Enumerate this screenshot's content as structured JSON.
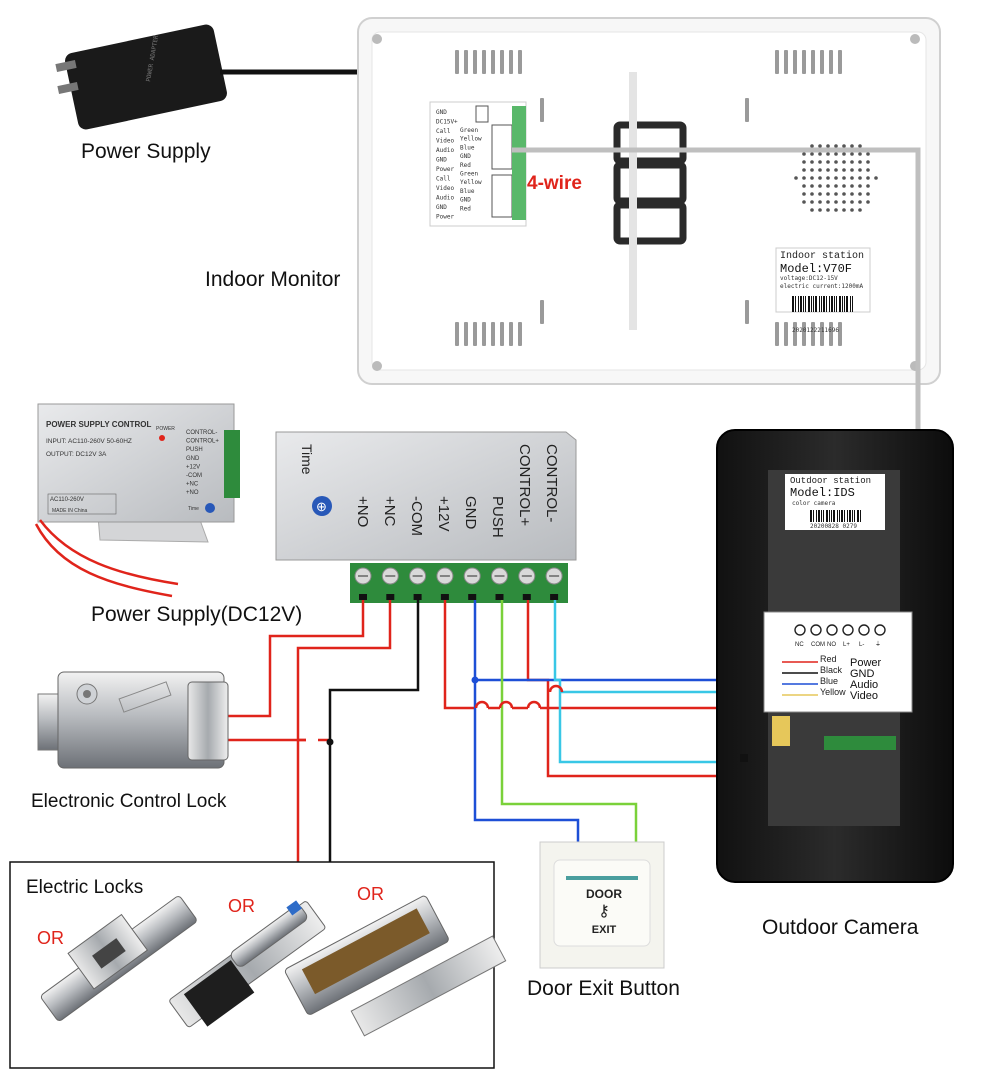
{
  "labels": {
    "power_supply": "Power Supply",
    "indoor_monitor": "Indoor Monitor",
    "power_supply_dc12v": "Power Supply(DC12V)",
    "electronic_control_lock": "Electronic Control Lock",
    "electric_locks": "Electric Locks",
    "door_exit_button": "Door Exit Button",
    "outdoor_camera": "Outdoor Camera",
    "four_wire": "4-wire",
    "or": "OR"
  },
  "indoor_station": {
    "title": "Indoor station",
    "model": "Model:V70F",
    "voltage": "voltage:DC12-15V",
    "current": "electric current:1200mA",
    "serial": "2020122211696",
    "pins": [
      "GND",
      "DC15V+",
      "Call",
      "Video",
      "Audio",
      "GND",
      "Power",
      "Call",
      "Video",
      "Audio",
      "GND",
      "Power"
    ],
    "wire_colors": [
      "Green",
      "Yellow",
      "Blue",
      "GND",
      "Red",
      "Green",
      "Yellow",
      "Blue",
      "GND",
      "Red"
    ]
  },
  "power_supply_control": {
    "title": "POWER SUPPLY CONTROL",
    "input": "INPUT: AC110-260V 50-60HZ",
    "output": "OUTPUT: DC12V  3A",
    "ac_label": "AC110-260V",
    "power": "POWER",
    "time": "Time",
    "made_in": "MADE IN China",
    "small_terminals": [
      "CONTROL-",
      "CONTROL+",
      "PUSH",
      "GND",
      "+12V",
      "-COM",
      "+NC",
      "+NO"
    ],
    "big_terminals": [
      "+NO",
      "+NC",
      "-COM",
      "+12V",
      "GND",
      "PUSH",
      "CONTROL+",
      "CONTROL-"
    ]
  },
  "outdoor_station": {
    "title": "Outdoor station",
    "model": "Model:IDS",
    "subtitle": "color camera",
    "serial": "20200828 0279",
    "terminals": [
      "NC",
      "COM",
      "NO",
      "L+",
      "L-",
      "⏚"
    ],
    "wires": [
      {
        "color_name": "Red",
        "signal": "Power"
      },
      {
        "color_name": "Black",
        "signal": "GND"
      },
      {
        "color_name": "Blue",
        "signal": "Audio"
      },
      {
        "color_name": "Yellow",
        "signal": "Video"
      }
    ]
  },
  "door_button": {
    "line1": "DOOR",
    "line2": "EXIT"
  },
  "colors": {
    "red_wire": "#e0241b",
    "blue_wire": "#1d4fd6",
    "green_wire": "#7ad13a",
    "cyan_wire": "#38c7e6",
    "black_wire": "#111111",
    "grey_wire": "#c8c8c8",
    "terminal_green": "#2e8b3c"
  }
}
